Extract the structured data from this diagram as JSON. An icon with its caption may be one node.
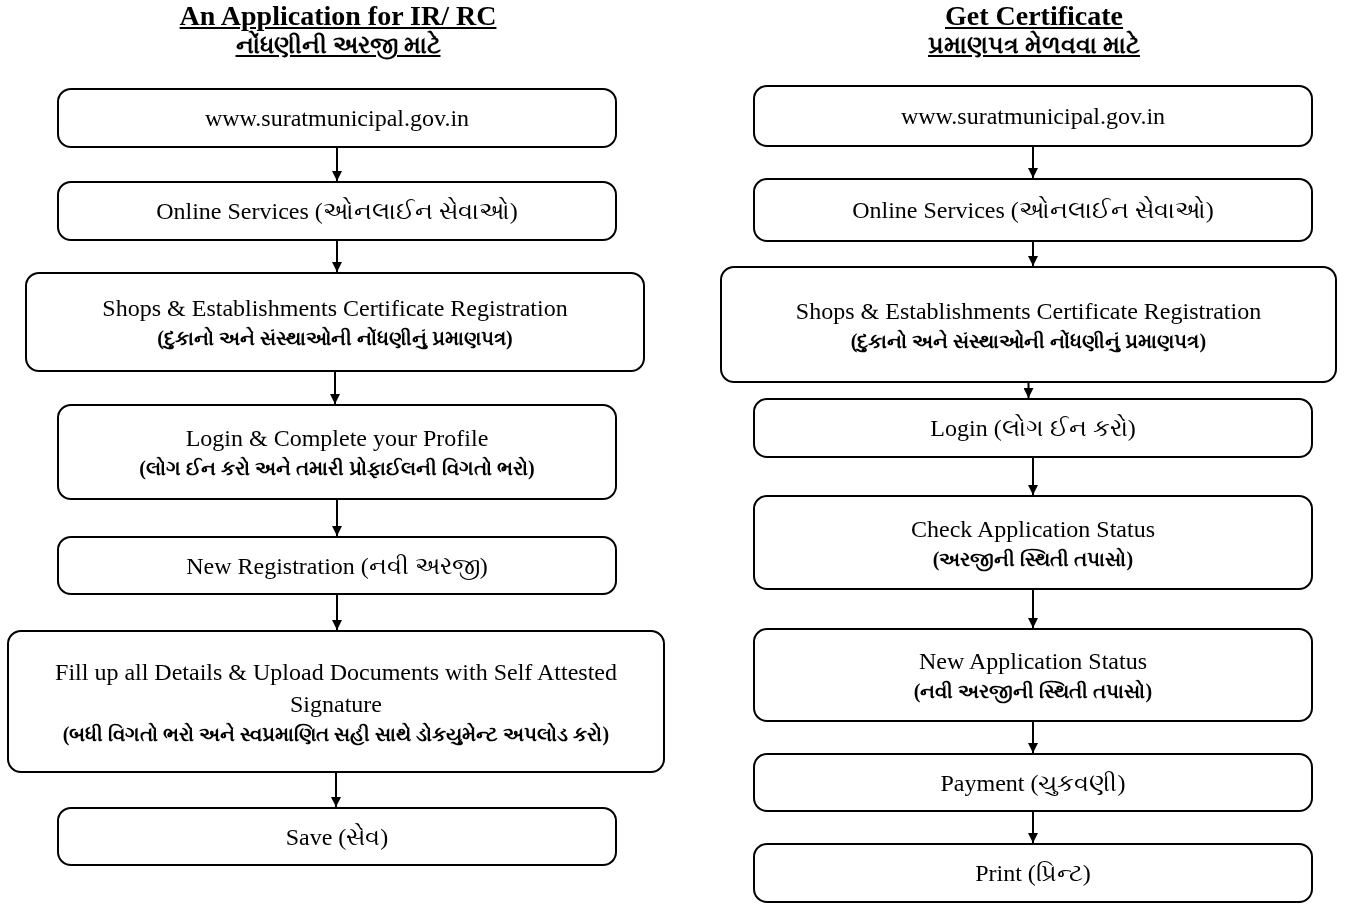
{
  "diagram": {
    "labels": [
      "An Application for IR/ RC",
      "નોંધણીની અરજી માટે",
      "Get Certificate",
      "પ્રમાણપત્ર મેળવવા માટે"
    ],
    "nodes": [
      {
        "text": [
          "www.suratmunicipal.gov.in"
        ]
      },
      {
        "text": [
          "Online Services (ઓનલાઈન સેવાઓ)"
        ]
      },
      {
        "text": [
          "Shops & Establishments Certificate Registration",
          "(દુકાનો અને સંસ્થાઓની નોંધણીનું પ્રમાણપત્ર)"
        ]
      },
      {
        "text": [
          "Login & Complete your Profile",
          "(લોગ ઈન કરો અને તમારી પ્રોફાઈલની વિગતો ભરો)"
        ]
      },
      {
        "text": [
          "New Registration (નવી અરજી)"
        ]
      },
      {
        "text": [
          "Fill up all Details & Upload Documents with Self Attested Signature",
          "(બધી વિગતો ભરો અને સ્વપ્રમાણિત સહી સાથે ડોકયુમેન્ટ અપલોડ કરો)"
        ]
      },
      {
        "text": [
          "Save (સેવ)"
        ]
      },
      {
        "text": [
          "www.suratmunicipal.gov.in"
        ]
      },
      {
        "text": [
          "Online Services (ઓનલાઈન સેવાઓ)"
        ]
      },
      {
        "text": [
          "Shops & Establishments Certificate Registration",
          "(દુકાનો અને સંસ્થાઓની નોંધણીનું પ્રમાણપત્ર)"
        ]
      },
      {
        "text": [
          "Login (લોગ ઈન કરો)"
        ]
      },
      {
        "text": [
          "Check Application Status",
          "(અરજીની સ્થિતી તપાસો)"
        ]
      },
      {
        "text": [
          "New Application Status",
          "(નવી અરજીની સ્થિતી તપાસો)"
        ]
      },
      {
        "text": [
          "Payment (ચુકવણી)"
        ]
      },
      {
        "text": [
          "Print (પ્રિન્ટ)"
        ]
      }
    ],
    "edges": [
      {
        "from": 0,
        "to": 1,
        "arrow": "to"
      },
      {
        "from": 1,
        "to": 2,
        "arrow": "to"
      },
      {
        "from": 2,
        "to": 3,
        "arrow": "to"
      },
      {
        "from": 3,
        "to": 4,
        "arrow": "to"
      },
      {
        "from": 4,
        "to": 5,
        "arrow": "to"
      },
      {
        "from": 5,
        "to": 6,
        "arrow": "to"
      },
      {
        "from": 7,
        "to": 8,
        "arrow": "to"
      },
      {
        "from": 8,
        "to": 9,
        "arrow": "to"
      },
      {
        "from": 9,
        "to": 10,
        "arrow": "to"
      },
      {
        "from": 10,
        "to": 11,
        "arrow": "to"
      },
      {
        "from": 11,
        "to": 12,
        "arrow": "to"
      },
      {
        "from": 12,
        "to": 13,
        "arrow": "to"
      },
      {
        "from": 13,
        "to": 14,
        "arrow": "to"
      }
    ]
  }
}
